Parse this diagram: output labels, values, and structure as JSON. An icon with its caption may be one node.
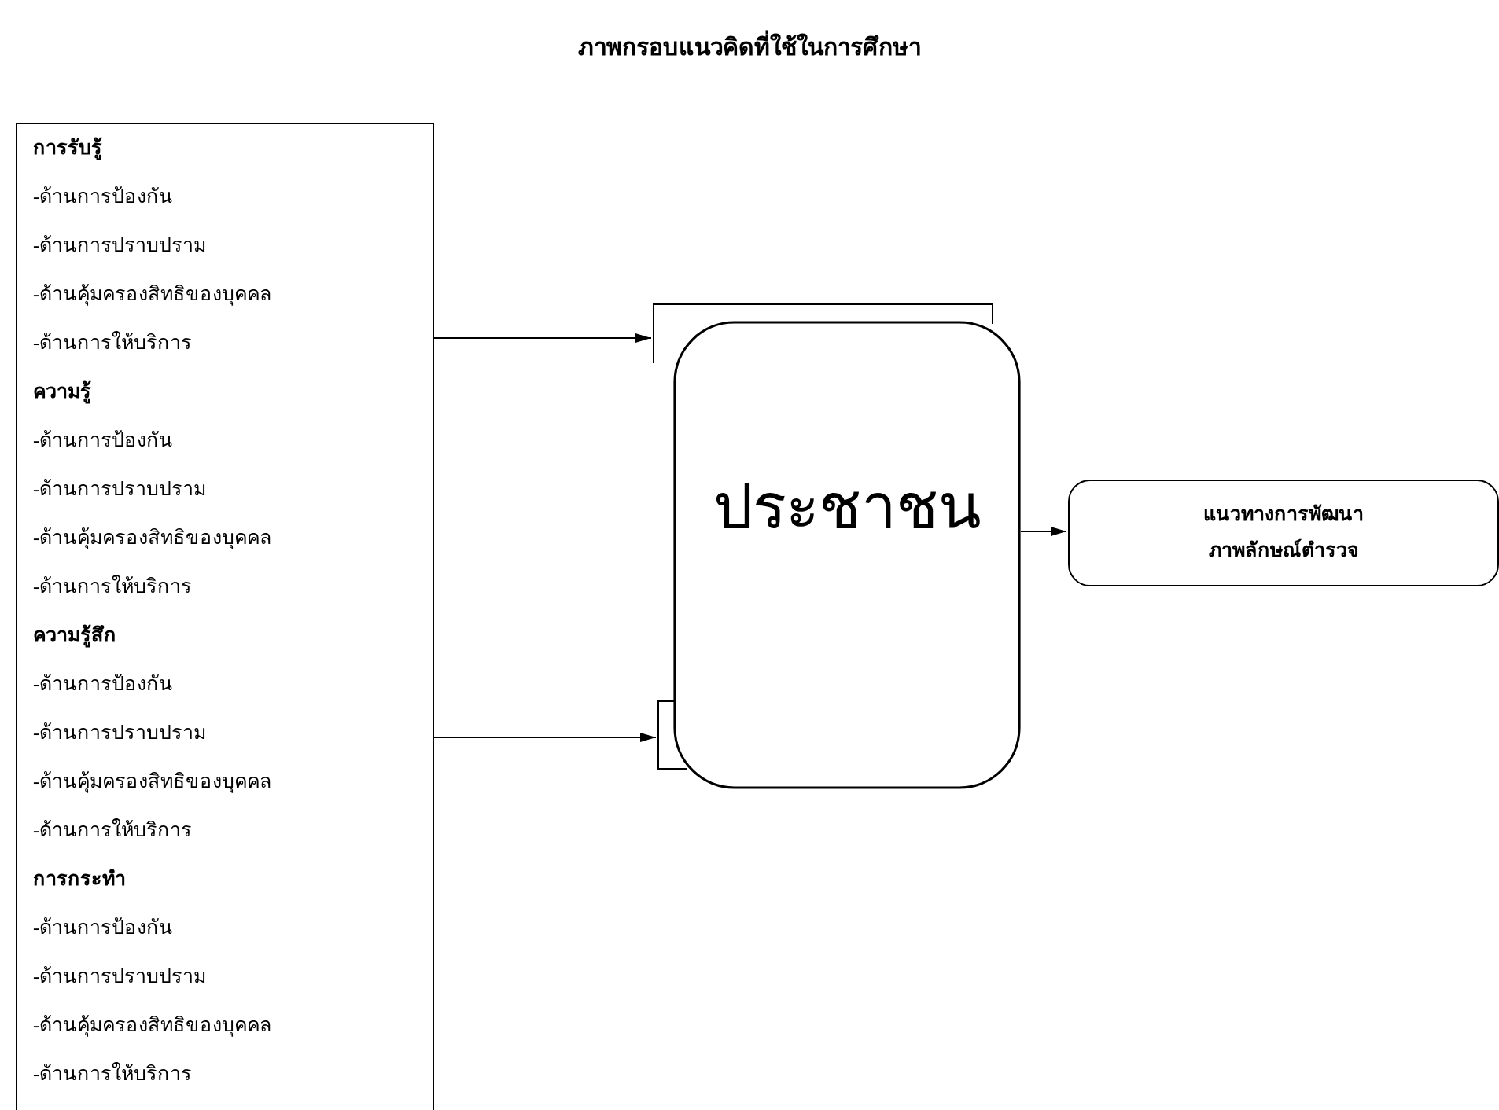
{
  "diagram": {
    "title": "ภาพกรอบแนวคิดที่ใช้ในการศึกษา",
    "nodes": [
      {
        "text": [
          "การรับรู้",
          "-ด้านการป้องกัน",
          "-ด้านการปราบปราม",
          "-ด้านคุ้มครองสิทธิของบุคคล",
          "-ด้านการให้บริการ",
          "ความรู้",
          "-ด้านการป้องกัน",
          "-ด้านการปราบปราม",
          "-ด้านคุ้มครองสิทธิของบุคคล",
          "-ด้านการให้บริการ",
          "ความรู้สึก",
          "-ด้านการป้องกัน",
          "-ด้านการปราบปราม",
          "-ด้านคุ้มครองสิทธิของบุคคล",
          "-ด้านการให้บริการ",
          "การกระทำ",
          "-ด้านการป้องกัน",
          "-ด้านการปราบปราม",
          "-ด้านคุ้มครองสิทธิของบุคคล",
          "-ด้านการให้บริการ"
        ]
      },
      {
        "text": [
          "ประชาชน"
        ]
      },
      {
        "text": [
          "แนวทางการพัฒนาภาพลักษณ์ตำรวจ"
        ]
      }
    ],
    "edges": [
      {
        "from": 0,
        "to": 1,
        "arrow": "to"
      },
      {
        "from": 0,
        "to": 1,
        "arrow": "to"
      },
      {
        "from": 1,
        "to": 2,
        "arrow": "to"
      }
    ]
  }
}
